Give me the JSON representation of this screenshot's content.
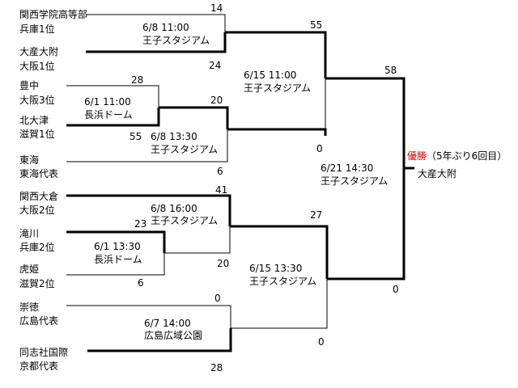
{
  "teams": [
    {
      "name": "関西学院高等部",
      "region": "兵庫1位"
    },
    {
      "name": "大産大附",
      "region": "大阪1位"
    },
    {
      "name": "豊中",
      "region": "大阪3位"
    },
    {
      "name": "北大津",
      "region": "滋賀1位"
    },
    {
      "name": "東海",
      "region": "東海代表"
    },
    {
      "name": "関西大倉",
      "region": "大阪2位"
    },
    {
      "name": "滝川",
      "region": "兵庫2位"
    },
    {
      "name": "虎姫",
      "region": "滋賀2位"
    },
    {
      "name": "崇徳",
      "region": "広島代表"
    },
    {
      "name": "同志社国際",
      "region": "京都代表"
    }
  ],
  "matches": [
    {
      "id": "m1",
      "date": "6/8 11:00",
      "venue": "王子スタジアム"
    },
    {
      "id": "m2",
      "date": "6/1 11:00",
      "venue": "長浜ドーム"
    },
    {
      "id": "m3",
      "date": "6/8 13:30",
      "venue": "王子スタジアム"
    },
    {
      "id": "m4",
      "date": "6/8 16:00",
      "venue": "王子スタジアム"
    },
    {
      "id": "m5",
      "date": "6/1 13:30",
      "venue": "長浜ドーム"
    },
    {
      "id": "m6",
      "date": "6/7 14:00",
      "venue": "広島広域公園"
    },
    {
      "id": "m7",
      "date": "6/15 11:00",
      "venue": "王子スタジアム"
    },
    {
      "id": "m8",
      "date": "6/15 13:30",
      "venue": "王子スタジアム"
    },
    {
      "id": "m9",
      "date": "6/21 14:30",
      "venue": "王子スタジアム"
    }
  ],
  "scores": {
    "s1": "14",
    "s2": "24",
    "s3": "28",
    "s4": "20",
    "s5": "55",
    "s6": "6",
    "s7": "41",
    "s8": "23",
    "s9": "20",
    "s10": "6",
    "s11": "0",
    "s12": "28",
    "s13": "55",
    "s14": "0",
    "s15": "27",
    "s16": "0",
    "s17": "58",
    "s18": "0"
  },
  "champion": {
    "label": "優勝",
    "note": "（5年ぶり6回目）",
    "name": "大産大附",
    "label_color": "#e00000"
  }
}
